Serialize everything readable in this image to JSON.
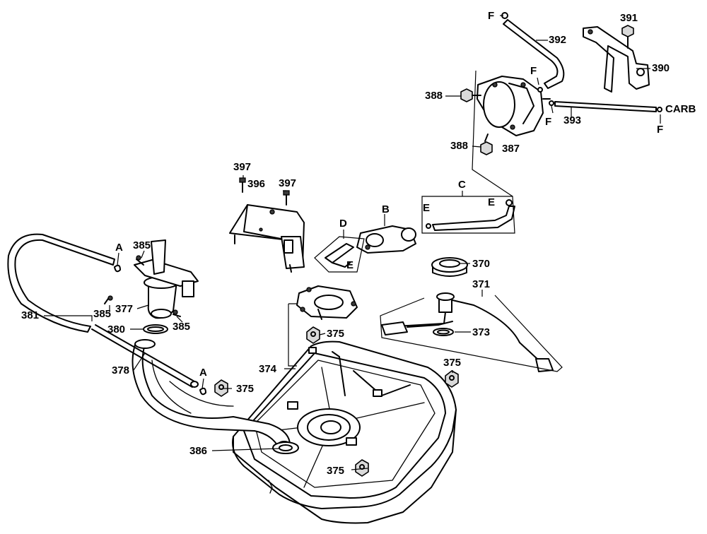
{
  "diagram": {
    "labels": {
      "p370": "370",
      "p371": "371",
      "p373": "373",
      "p374": "374",
      "p375a": "375",
      "p375b": "375",
      "p375c": "375",
      "p375d": "375",
      "p377": "377",
      "p378": "378",
      "p380": "380",
      "p381": "381",
      "p385a": "385",
      "p385b": "385",
      "p385c": "385",
      "p386": "386",
      "p387": "387",
      "p388a": "388",
      "p388b": "388",
      "p390": "390",
      "p391": "391",
      "p392": "392",
      "p393": "393",
      "p396": "396",
      "p397a": "397",
      "p397b": "397",
      "A1": "A",
      "A2": "A",
      "B": "B",
      "C": "C",
      "D": "D",
      "E1": "E",
      "E2": "E",
      "E3": "E",
      "F1": "F",
      "F2": "F",
      "F3": "F",
      "F4": "F",
      "carb": "CARB"
    }
  }
}
